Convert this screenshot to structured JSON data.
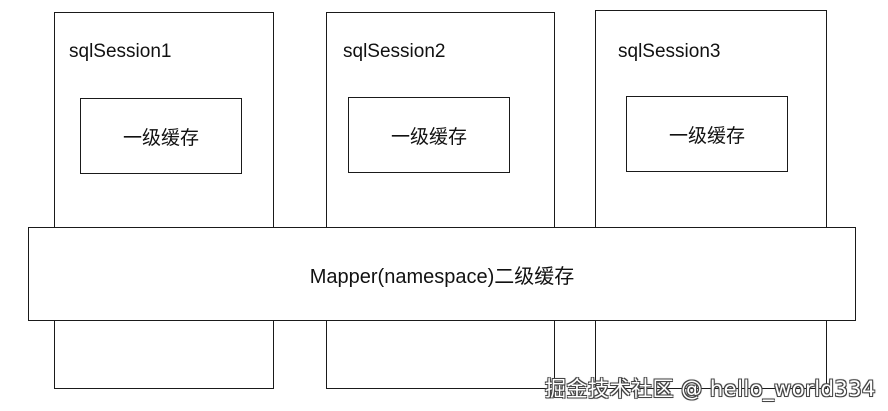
{
  "sessions": [
    {
      "title": "sqlSession1",
      "cache_label": "一级缓存"
    },
    {
      "title": "sqlSession2",
      "cache_label": "一级缓存"
    },
    {
      "title": "sqlSession3",
      "cache_label": "一级缓存"
    }
  ],
  "mapper": {
    "label": "Mapper(namespace)二级缓存"
  },
  "watermark": "掘金技术社区 @ hello_world334"
}
